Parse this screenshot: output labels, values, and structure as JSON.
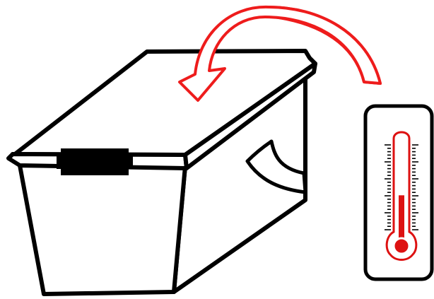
{
  "diagram": {
    "objects": [
      {
        "name": "storage-box",
        "icon": "lidded-container-icon"
      },
      {
        "name": "curved-arrow",
        "icon": "curved-arrow-icon"
      },
      {
        "name": "thermometer",
        "icon": "thermometer-icon"
      }
    ],
    "thermometer": {
      "level": 0.45
    },
    "colors": {
      "outline": "#000000",
      "arrow": "#ee1c1c",
      "arrow_fill": "#c8c8c8",
      "thermometer_red": "#dd1111",
      "background": "#ffffff"
    }
  }
}
